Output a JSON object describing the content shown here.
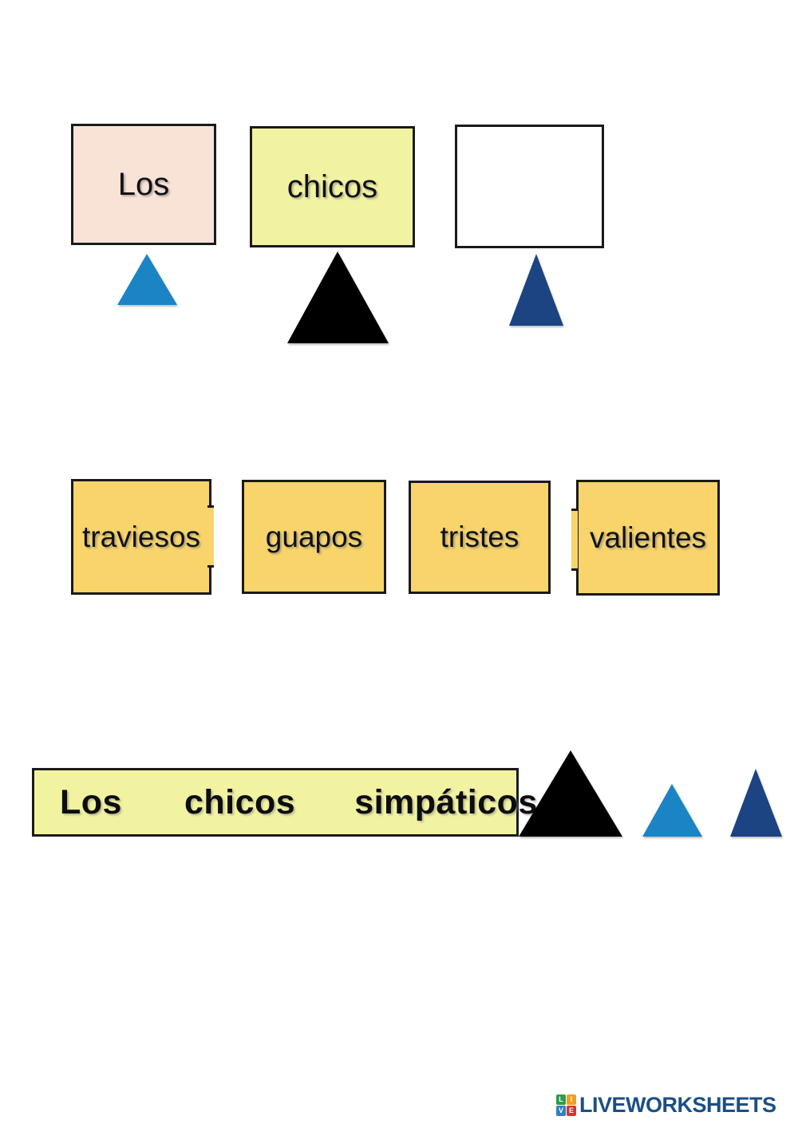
{
  "worksheet": {
    "title": "Ordenar la frase - Los chicos",
    "background_color": "#ffffff"
  },
  "palette": {
    "peach": "#f9e3d7",
    "pale_yellow": "#f2f3a0",
    "amber": "#f8d46b",
    "white": "#ffffff",
    "border": "#1a1a1a",
    "light_blue": "#1b84c4",
    "black": "#000000",
    "navy": "#1c4382",
    "logo_blue": "#1b4f85"
  },
  "row1": {
    "name": "sentence-start-row",
    "boxes": [
      {
        "label": "Los",
        "fill": "#f9e3d7",
        "empty": false
      },
      {
        "label": "chicos",
        "fill": "#f2f3a0",
        "empty": false
      },
      {
        "label": "",
        "fill": "#ffffff",
        "empty": true
      }
    ],
    "markers": [
      {
        "color": "#1b84c4",
        "name": "light-blue-triangle"
      },
      {
        "color": "#000000",
        "name": "black-triangle"
      },
      {
        "color": "#1c4382",
        "name": "navy-triangle"
      }
    ]
  },
  "row2": {
    "name": "adjective-choices-row",
    "options": [
      {
        "label": "traviesos",
        "fill": "#f8d46b"
      },
      {
        "label": "guapos",
        "fill": "#f8d46b"
      },
      {
        "label": "tristes",
        "fill": "#f8d46b"
      },
      {
        "label": "valientes",
        "fill": "#f8d46b"
      }
    ]
  },
  "row3": {
    "name": "answer-sentence-row",
    "sentence": {
      "word1": "Los",
      "word2": "chicos",
      "word3": "simpáticos",
      "fill": "#f2f3a0"
    },
    "markers": [
      {
        "color": "#000000",
        "name": "black-triangle"
      },
      {
        "color": "#1b84c4",
        "name": "light-blue-triangle"
      },
      {
        "color": "#1c4382",
        "name": "navy-triangle"
      }
    ]
  },
  "footer": {
    "logo": {
      "mark_letters": [
        "L",
        "I",
        "V",
        "E"
      ],
      "wordmark": "LIVEWORKSHEETS"
    }
  }
}
